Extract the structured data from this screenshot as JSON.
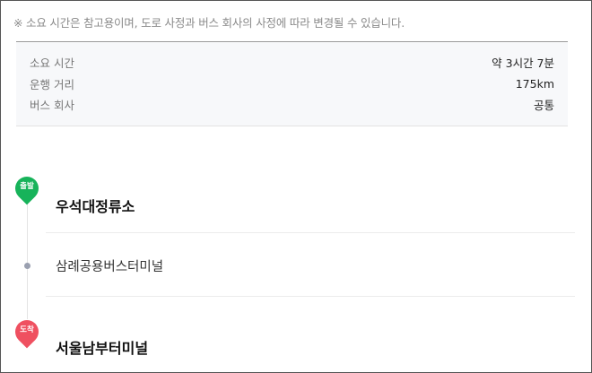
{
  "notice": "※ 소요 시간은 참고용이며, 도로 사정과 버스 회사의 사정에 따라 변경될 수 있습니다.",
  "summary": {
    "rows": [
      {
        "label": "소요 시간",
        "value": "약 3시간 7분"
      },
      {
        "label": "운행 거리",
        "value": "175km"
      },
      {
        "label": "버스 회사",
        "value": "공통"
      }
    ]
  },
  "route": {
    "start": {
      "badge": "출발",
      "name": "우석대정류소",
      "color": "#17b35a"
    },
    "via": {
      "name": "삼례공용버스터미널",
      "dot_color": "#9aa0b0"
    },
    "end": {
      "badge": "도착",
      "name": "서울남부터미널",
      "color": "#ef5060"
    }
  }
}
